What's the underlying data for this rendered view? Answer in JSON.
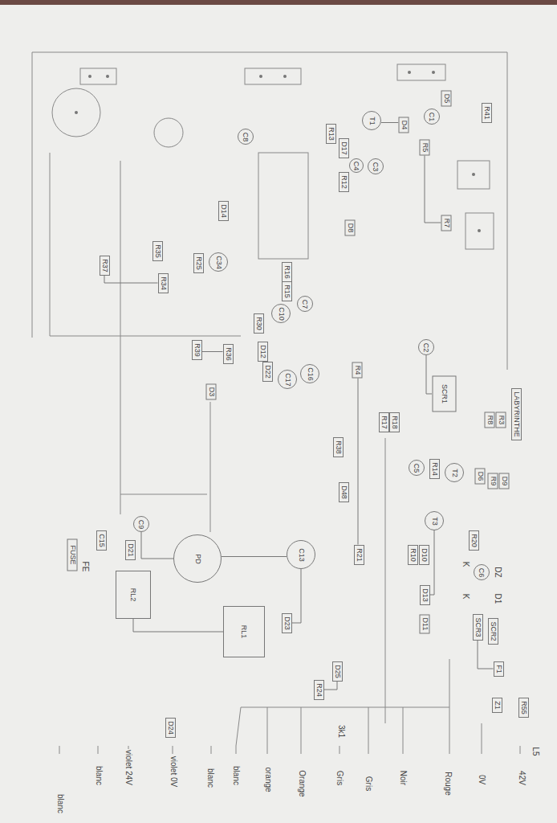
{
  "diagram": {
    "nodes": [
      {
        "text": [
          "R41"
        ]
      },
      {
        "text": [
          "D5"
        ]
      },
      {
        "text": [
          "C1"
        ]
      },
      {
        "text": [
          "T1"
        ]
      },
      {
        "text": [
          "D4"
        ]
      },
      {
        "text": [
          "R5"
        ]
      },
      {
        "text": [
          "R13"
        ]
      },
      {
        "text": [
          "D17"
        ]
      },
      {
        "text": [
          "C4"
        ]
      },
      {
        "text": [
          "R12"
        ]
      },
      {
        "text": [
          "C3"
        ]
      },
      {
        "text": [
          "C8"
        ]
      },
      {
        "text": [
          "D14"
        ]
      },
      {
        "text": [
          "D8"
        ]
      },
      {
        "text": [
          "R7"
        ]
      },
      {
        "text": [
          "R35"
        ]
      },
      {
        "text": [
          "R25"
        ]
      },
      {
        "text": [
          "C34"
        ]
      },
      {
        "text": [
          "R37"
        ]
      },
      {
        "text": [
          "R34"
        ]
      },
      {
        "text": [
          "R16"
        ]
      },
      {
        "text": [
          "R15"
        ]
      },
      {
        "text": [
          "C10"
        ]
      },
      {
        "text": [
          "C7"
        ]
      },
      {
        "text": [
          "R30"
        ]
      },
      {
        "text": [
          "C2"
        ]
      },
      {
        "text": [
          "R4"
        ]
      },
      {
        "text": [
          "R39"
        ]
      },
      {
        "text": [
          "R36"
        ]
      },
      {
        "text": [
          "D12"
        ]
      },
      {
        "text": [
          "D22"
        ]
      },
      {
        "text": [
          "C17"
        ]
      },
      {
        "text": [
          "C16"
        ]
      },
      {
        "text": [
          "D3"
        ]
      },
      {
        "text": [
          "SCR1"
        ]
      },
      {
        "text": [
          "LABYRINTHE"
        ]
      },
      {
        "text": [
          "R8"
        ]
      },
      {
        "text": [
          "R3"
        ]
      },
      {
        "text": [
          "R17"
        ]
      },
      {
        "text": [
          "R18"
        ]
      },
      {
        "text": [
          "C5"
        ]
      },
      {
        "text": [
          "R14"
        ]
      },
      {
        "text": [
          "T2"
        ]
      },
      {
        "text": [
          "D6"
        ]
      },
      {
        "text": [
          "R9"
        ]
      },
      {
        "text": [
          "D9"
        ]
      },
      {
        "text": [
          "R38"
        ]
      },
      {
        "text": [
          "D48"
        ]
      },
      {
        "text": [
          "T3"
        ]
      },
      {
        "text": [
          "R20"
        ]
      },
      {
        "text": [
          "C6"
        ]
      },
      {
        "text": [
          "R10"
        ]
      },
      {
        "text": [
          "D10"
        ]
      },
      {
        "text": [
          "D13"
        ]
      },
      {
        "text": [
          "D11"
        ]
      },
      {
        "text": [
          "SCR3"
        ]
      },
      {
        "text": [
          "SCR2"
        ]
      },
      {
        "text": [
          "F1"
        ]
      },
      {
        "text": [
          "Z1"
        ]
      },
      {
        "text": [
          "R55"
        ]
      },
      {
        "text": [
          "R21"
        ]
      },
      {
        "text": [
          "PD"
        ]
      },
      {
        "text": [
          "C9"
        ]
      },
      {
        "text": [
          "C15"
        ]
      },
      {
        "text": [
          "D21"
        ]
      },
      {
        "text": [
          "FUSE"
        ]
      },
      {
        "text": [
          "RL2"
        ]
      },
      {
        "text": [
          "C13"
        ]
      },
      {
        "text": [
          "RL1"
        ]
      },
      {
        "text": [
          "D23"
        ]
      },
      {
        "text": [
          "D25"
        ]
      },
      {
        "text": [
          "R24"
        ]
      },
      {
        "text": [
          "D24"
        ]
      }
    ],
    "edges": [
      {
        "from": 26,
        "to": 60,
        "arrow": "none"
      },
      {
        "from": 61,
        "to": 67,
        "arrow": "none"
      },
      {
        "from": 27,
        "to": 28,
        "arrow": "none"
      },
      {
        "from": 25,
        "to": 34,
        "arrow": "none"
      },
      {
        "from": 67,
        "to": 69,
        "arrow": "none"
      },
      {
        "from": 70,
        "to": 71,
        "arrow": "none"
      },
      {
        "from": 55,
        "to": 57,
        "arrow": "none"
      },
      {
        "from": 3,
        "to": 4,
        "arrow": "none"
      },
      {
        "from": 62,
        "to": 61,
        "arrow": "none"
      },
      {
        "from": 5,
        "to": 14,
        "arrow": "none"
      },
      {
        "from": 48,
        "to": 53,
        "arrow": "none"
      },
      {
        "from": 18,
        "to": 19,
        "arrow": "none"
      },
      {
        "from": 66,
        "to": 68,
        "arrow": "none"
      }
    ],
    "labels": [
      "K",
      "DZ",
      "K",
      "D1",
      "FE",
      "3k1",
      "L5",
      "42V",
      "0V",
      "Rouge",
      "Noir",
      "Gris",
      "Gris",
      "Orange",
      "orange",
      "blanc",
      "blanc",
      "violet 0V",
      "violet 24V",
      "blanc",
      "blanc"
    ]
  }
}
